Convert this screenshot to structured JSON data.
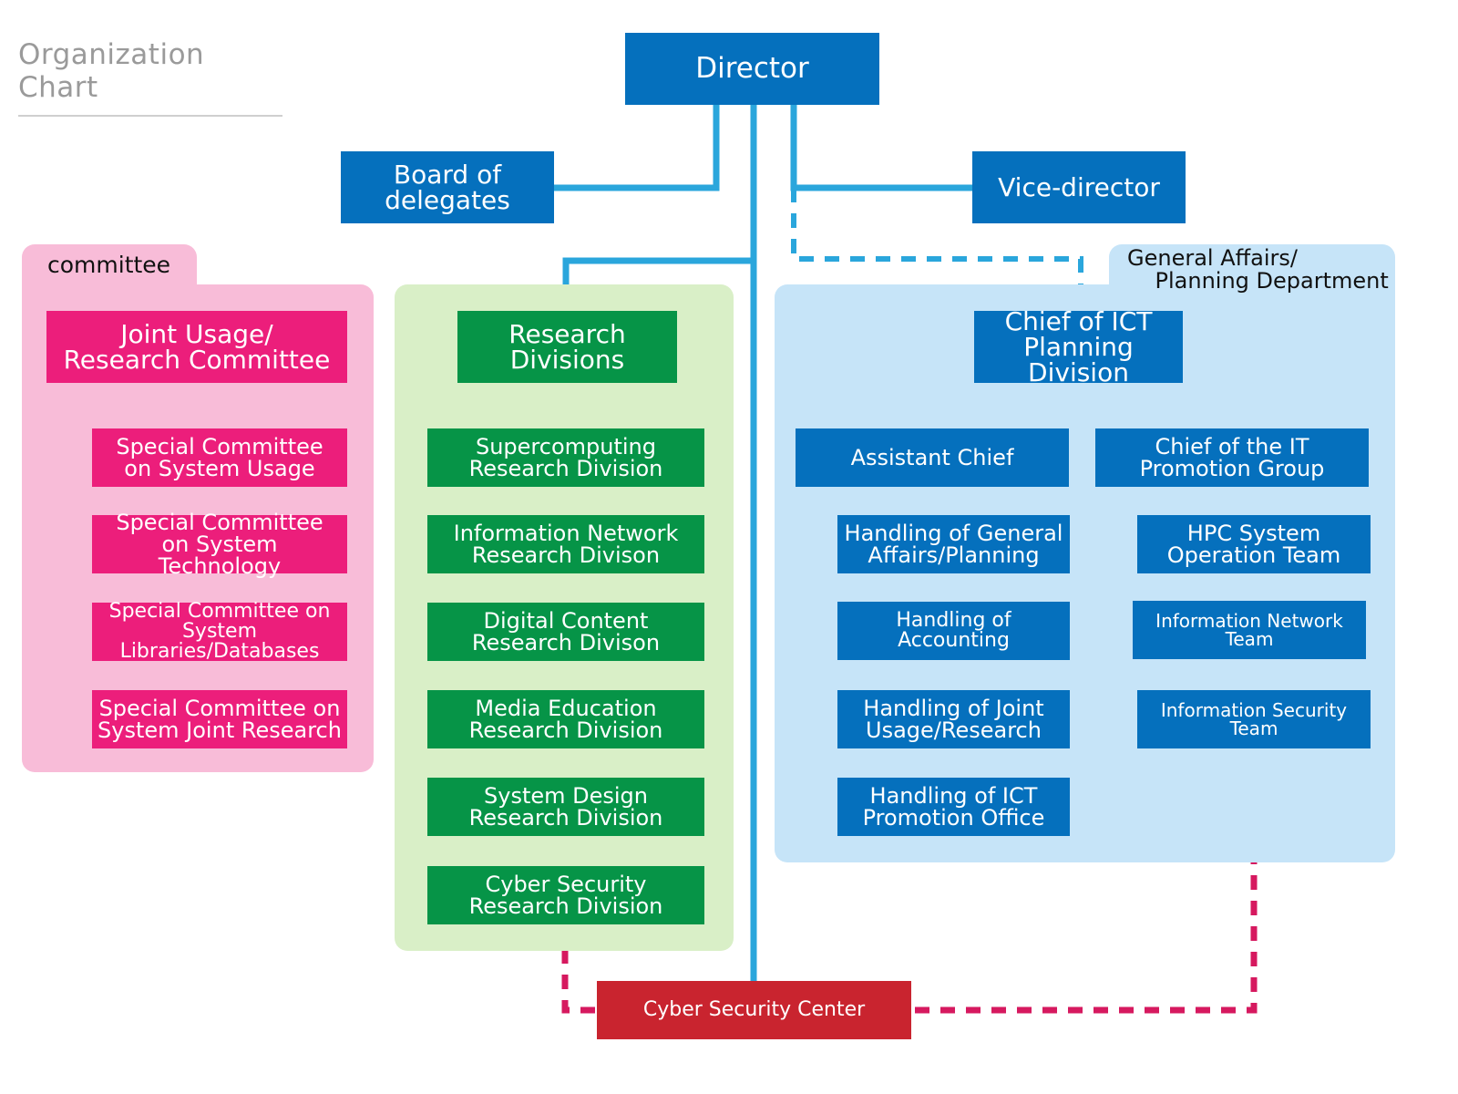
{
  "title": "Organization Chart",
  "colors": {
    "blue": "#0570bd",
    "green": "#069447",
    "pink": "#ec1e7b",
    "red": "#c9242f",
    "line_blue": "#2aa6dc",
    "committee_bg": "#f8bcd8",
    "research_bg": "#d9efc7",
    "general_bg": "#c6e4f8"
  },
  "director": "Director",
  "board": "Board of\ndelegates",
  "vice_director": "Vice-director",
  "committee": {
    "tab": "committee",
    "head": "Joint Usage/\nResearch Committee",
    "items": [
      "Special Committee\non System Usage",
      "Special Committee\non System Technology",
      "Special Committee on\nSystem Libraries/Databases",
      "Special Committee on\nSystem Joint Research"
    ]
  },
  "research": {
    "head": "Research\nDivisions",
    "items": [
      "Supercomputing\nResearch Division",
      "Information Network\nResearch Divison",
      "Digital Content\nResearch Divison",
      "Media Education\nResearch Division",
      "System Design\nResearch Division",
      "Cyber Security\nResearch Division"
    ]
  },
  "general": {
    "tab": "General Affairs/\n    Planning Department",
    "chief": "Chief of ICT\nPlanning Division",
    "assistant": {
      "head": "Assistant Chief",
      "items": [
        "Handling of General\nAffairs/Planning",
        "Handling of Accounting",
        "Handling of Joint\nUsage/Research",
        "Handling of ICT\nPromotion Office"
      ]
    },
    "it_group": {
      "head": "Chief of the IT\nPromotion Group",
      "items": [
        "HPC System\nOperation Team",
        "Information Network Team",
        "Information Security Team"
      ]
    }
  },
  "cyber_center": "Cyber Security Center"
}
